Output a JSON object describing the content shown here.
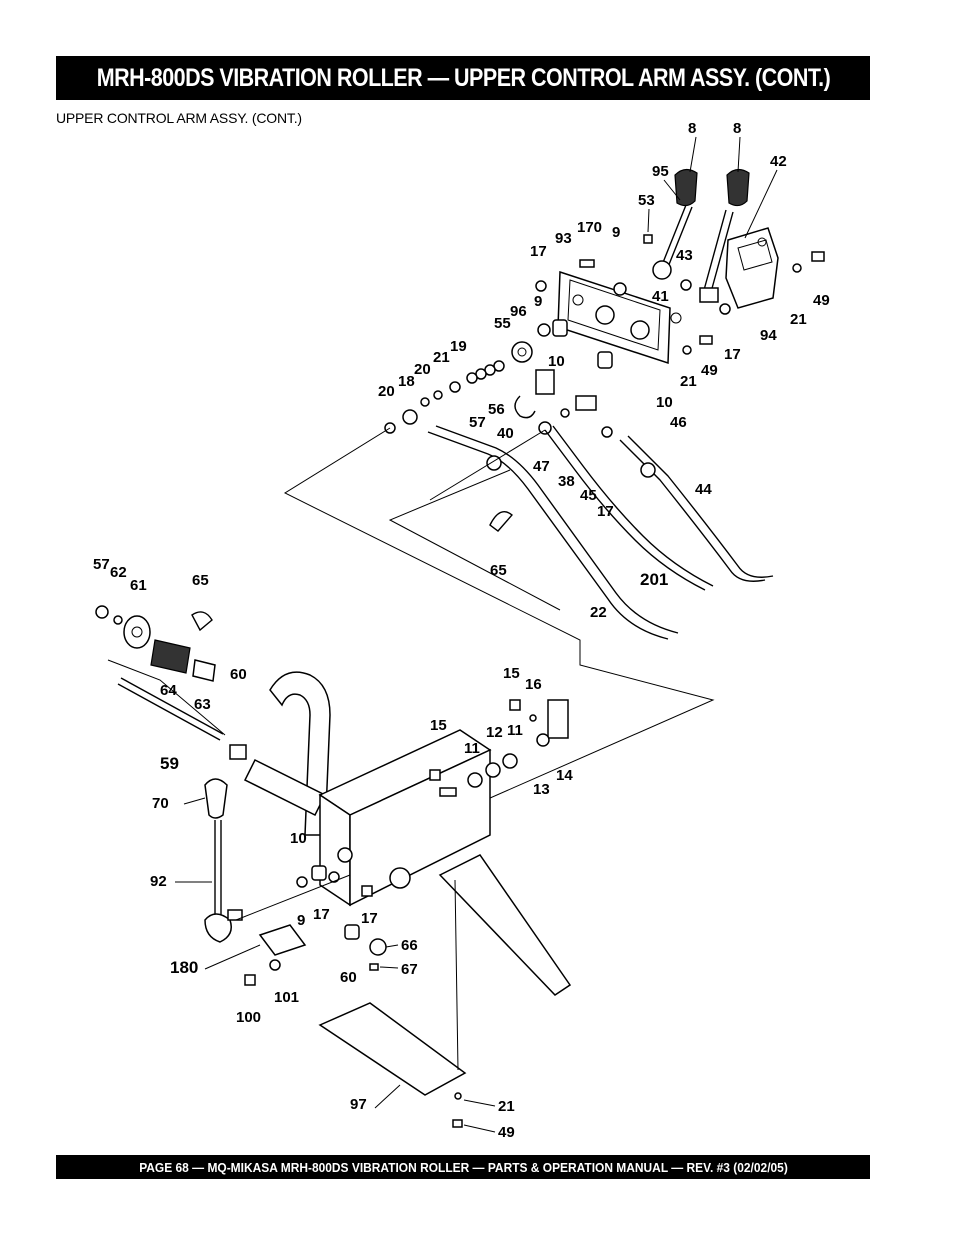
{
  "header": {
    "title": "MRH-800DS VIBRATION ROLLER — UPPER CONTROL ARM ASSY. (CONT.)",
    "subtitle": "UPPER CONTROL ARM  ASSY. (CONT.)"
  },
  "footer": {
    "text": "PAGE 68 — MQ-MIKASA MRH-800DS VIBRATION ROLLER — PARTS & OPERATION MANUAL — REV. #3 (02/02/05)"
  },
  "callouts": {
    "c8a": "8",
    "c8b": "8",
    "c42": "42",
    "c95": "95",
    "c53": "53",
    "c170": "170",
    "c93": "93",
    "c9a": "9",
    "c17a": "17",
    "c43": "43",
    "c41": "41",
    "c9b": "9",
    "c96": "96",
    "c55": "55",
    "c49a": "49",
    "c21a": "21",
    "c94": "94",
    "c19": "19",
    "c21b": "21",
    "c20a": "20",
    "c18": "18",
    "c20b": "20",
    "c10a": "10",
    "c17b": "17",
    "c21c": "21",
    "c49b": "49",
    "c56": "56",
    "c57a": "57",
    "c40": "40",
    "c10b": "10",
    "c46": "46",
    "c47": "47",
    "c38": "38",
    "c45": "45",
    "c17c": "17",
    "c44": "44",
    "c65a": "65",
    "c201": "201",
    "c22": "22",
    "c57b": "57",
    "c62": "62",
    "c61": "61",
    "c65b": "65",
    "c64": "64",
    "c63": "63",
    "c60a": "60",
    "c59": "59",
    "c15a": "15",
    "c16": "16",
    "c15b": "15",
    "c12": "12",
    "c11a": "11",
    "c11b": "11",
    "c13": "13",
    "c14": "14",
    "c70": "70",
    "c10c": "10",
    "c92": "92",
    "c9c": "9",
    "c17d": "17",
    "c17e": "17",
    "c66": "66",
    "c67": "67",
    "c60b": "60",
    "c180": "180",
    "c101": "101",
    "c100": "100",
    "c97": "97",
    "c21d": "21",
    "c49c": "49"
  }
}
